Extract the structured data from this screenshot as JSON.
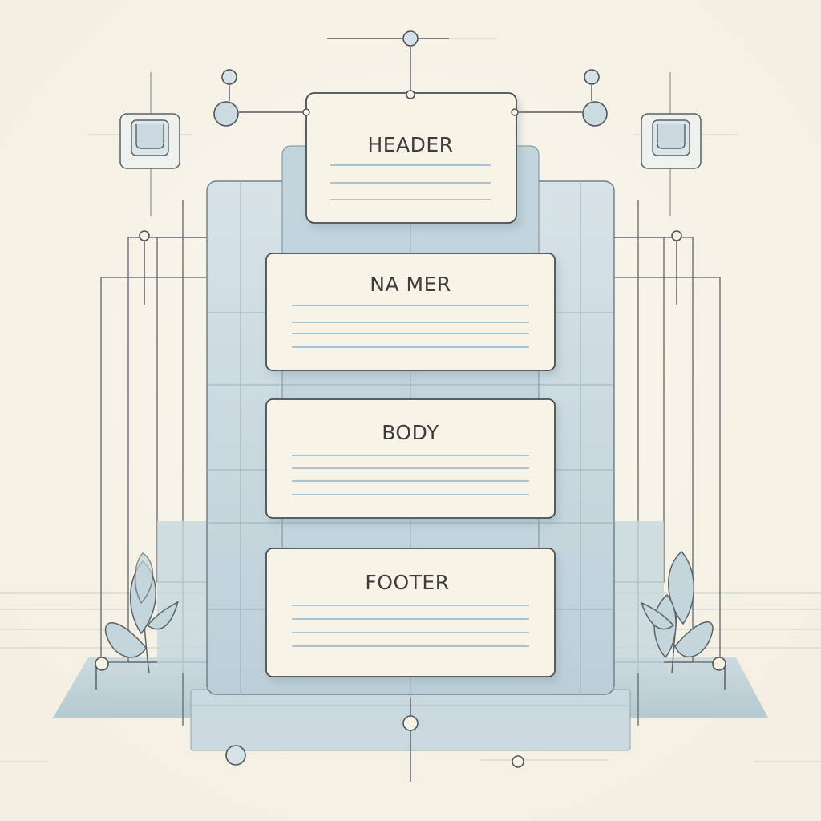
{
  "diagram": {
    "colors": {
      "background": "#f8f4ea",
      "panel": "#cfdde3",
      "panel_dark": "#b7cbd4",
      "card": "#f7f3e6",
      "outline": "#4a4d52",
      "text_line": "#a9c4cc",
      "leaf": "#bfd3d8"
    },
    "cards": [
      {
        "id": "header",
        "label": "HEADER"
      },
      {
        "id": "namer",
        "label": "NA MER"
      },
      {
        "id": "body",
        "label": "BODY"
      },
      {
        "id": "footer",
        "label": "FOOTER"
      }
    ],
    "icons": [
      "left-node-box-icon",
      "right-node-box-icon",
      "left-leaf-icon",
      "right-leaf-icon"
    ]
  }
}
